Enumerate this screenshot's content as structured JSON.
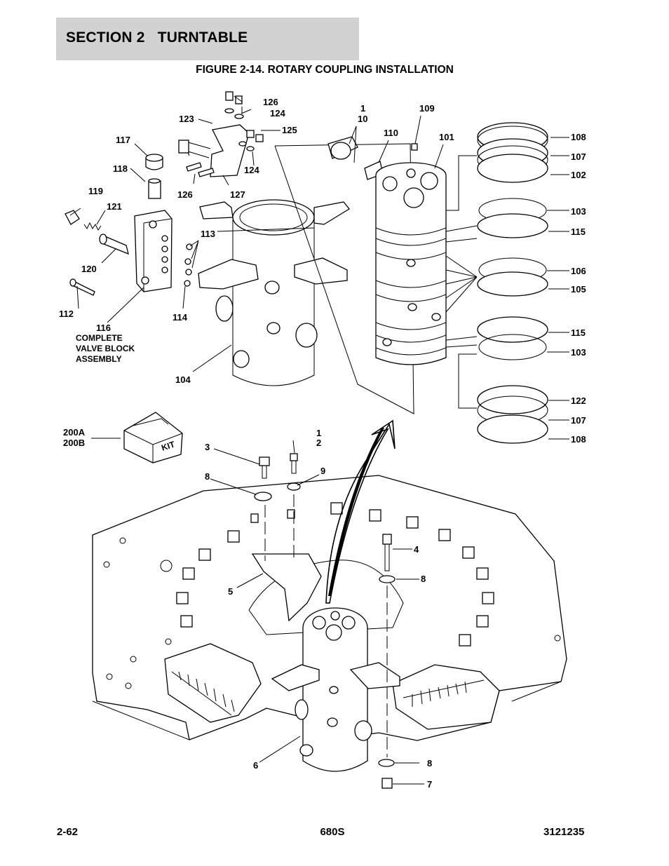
{
  "header": {
    "section_title": "SECTION 2   TURNTABLE"
  },
  "figure": {
    "title": "FIGURE 2-14. ROTARY COUPLING INSTALLATION",
    "callouts": {
      "c126a": "126",
      "c124a": "124",
      "c123": "123",
      "c125": "125",
      "c124b": "124",
      "c126b": "126",
      "c127": "127",
      "c117": "117",
      "c118": "118",
      "c119": "119",
      "c121": "121",
      "c120": "120",
      "c113": "113",
      "c112": "112",
      "c114": "114",
      "c116": "116",
      "c116_desc1": "COMPLETE",
      "c116_desc2": "VALVE BLOCK",
      "c116_desc3": "ASSEMBLY",
      "c104": "104",
      "c1a": "1",
      "c10": "10",
      "c110": "110",
      "c109": "109",
      "c101": "101",
      "c108a": "108",
      "c107a": "107",
      "c102": "102",
      "c103a": "103",
      "c115a": "115",
      "c106": "106",
      "c105": "105",
      "c115b": "115",
      "c103b": "103",
      "c122": "122",
      "c107b": "107",
      "c108b": "108",
      "c200a": "200A",
      "c200b": "200B",
      "kit": "KIT",
      "c3": "3",
      "c1b": "1",
      "c2": "2",
      "c8a": "8",
      "c9": "9",
      "c4": "4",
      "c8b": "8",
      "c5": "5",
      "c6": "6",
      "c8c": "8",
      "c7": "7"
    }
  },
  "footer": {
    "page": "2-62",
    "model": "680S",
    "doc_number": "3121235"
  }
}
